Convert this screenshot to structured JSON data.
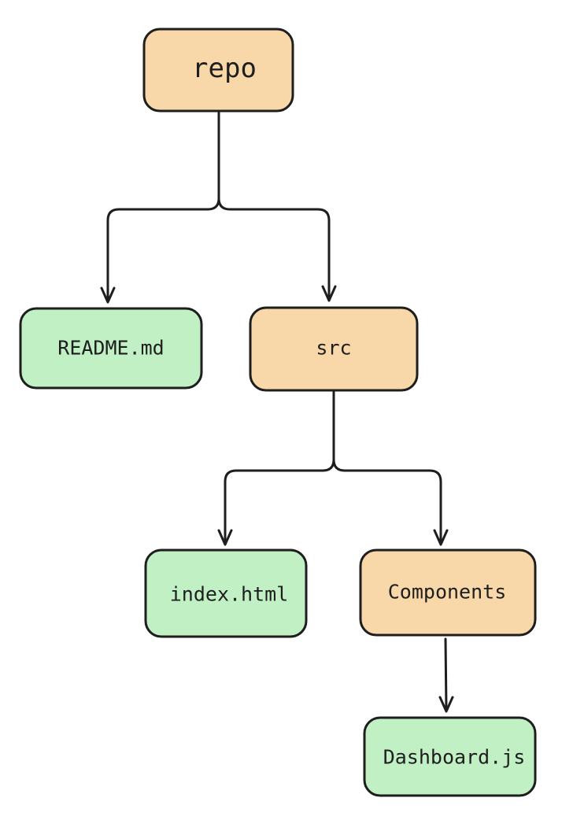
{
  "colors": {
    "folder_fill": "#f8d8a8",
    "file_fill": "#c0f0c4",
    "stroke": "#1e1e1e"
  },
  "nodes": {
    "repo": {
      "label": "repo",
      "kind": "folder"
    },
    "readme": {
      "label": "README.md",
      "kind": "file"
    },
    "src": {
      "label": "src",
      "kind": "folder"
    },
    "index": {
      "label": "index.html",
      "kind": "file"
    },
    "components": {
      "label": "Components",
      "kind": "folder"
    },
    "dashboard": {
      "label": "Dashboard.js",
      "kind": "file"
    }
  },
  "edges": [
    {
      "from": "repo",
      "to": "readme"
    },
    {
      "from": "repo",
      "to": "src"
    },
    {
      "from": "src",
      "to": "index"
    },
    {
      "from": "src",
      "to": "components"
    },
    {
      "from": "components",
      "to": "dashboard"
    }
  ]
}
